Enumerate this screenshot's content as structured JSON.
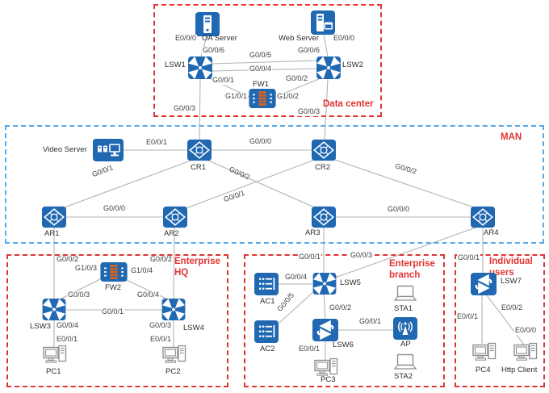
{
  "regions": {
    "data_center": {
      "label": "Data center"
    },
    "man": {
      "label": "MAN"
    },
    "enterprise_hq": {
      "label": "Enterprise HQ"
    },
    "enterprise_branch": {
      "label": "Enterprise branch"
    },
    "individual_users": {
      "label": "Individual users"
    }
  },
  "devices": {
    "oa_server": {
      "label": "OA Server",
      "type": "server"
    },
    "web_server": {
      "label": "Web Server",
      "type": "server"
    },
    "lsw1": {
      "label": "LSW1",
      "type": "l3-switch"
    },
    "lsw2": {
      "label": "LSW2",
      "type": "l3-switch"
    },
    "fw1": {
      "label": "FW1",
      "type": "firewall"
    },
    "video_server": {
      "label": "Video Server",
      "type": "server"
    },
    "cr1": {
      "label": "CR1",
      "type": "router"
    },
    "cr2": {
      "label": "CR2",
      "type": "router"
    },
    "ar1": {
      "label": "AR1",
      "type": "router"
    },
    "ar2": {
      "label": "AR2",
      "type": "router"
    },
    "ar3": {
      "label": "AR3",
      "type": "router"
    },
    "ar4": {
      "label": "AR4",
      "type": "router"
    },
    "fw2": {
      "label": "FW2",
      "type": "firewall"
    },
    "lsw3": {
      "label": "LSW3",
      "type": "l3-switch"
    },
    "lsw4": {
      "label": "LSW4",
      "type": "l3-switch"
    },
    "pc1": {
      "label": "PC1",
      "type": "pc"
    },
    "pc2": {
      "label": "PC2",
      "type": "pc"
    },
    "ac1": {
      "label": "AC1",
      "type": "access-controller"
    },
    "ac2": {
      "label": "AC2",
      "type": "access-controller"
    },
    "lsw5": {
      "label": "LSW5",
      "type": "l3-switch"
    },
    "lsw6": {
      "label": "LSW6",
      "type": "l2-switch"
    },
    "ap": {
      "label": "AP",
      "type": "access-point"
    },
    "sta1": {
      "label": "STA1",
      "type": "station"
    },
    "sta2": {
      "label": "STA2",
      "type": "station"
    },
    "pc3": {
      "label": "PC3",
      "type": "pc"
    },
    "lsw7": {
      "label": "LSW7",
      "type": "l2-switch"
    },
    "pc4": {
      "label": "PC4",
      "type": "pc"
    },
    "http_client": {
      "label": "Http Client",
      "type": "pc"
    }
  },
  "ports": {
    "oa_e000": "E0/0/0",
    "lsw1_g006": "G0/0/6",
    "web_e000": "E0/0/0",
    "lsw2_g006": "G0/0/6",
    "lsw12_g005": "G0/0/5",
    "lsw12_g004": "G0/0/4",
    "lsw1_g001": "G0/0/1",
    "lsw2_g002": "G0/0/2",
    "fw1_g101": "G1/0/1",
    "fw1_g102": "G1/0/2",
    "lsw1_g003": "G0/0/3",
    "lsw2_g003": "G0/0/3",
    "vs_e001": "E0/0/1",
    "cr1_cr2_g000": "G0/0/0",
    "cr1_ar1_g001": "G0/0/1",
    "cr1_ar3_g002": "G0/0/2",
    "cr2_ar2_g001": "G0/0/1",
    "cr2_ar4_g002": "G0/0/2",
    "ar1_ar2_g000": "G0/0/0",
    "ar3_ar4_g000": "G0/0/0",
    "ar1_g002": "G0/0/2",
    "ar2_g002": "G0/0/2",
    "fw2_g103": "G1/0/3",
    "fw2_g104": "G1/0/4",
    "lsw3_g003": "G0/0/3",
    "lsw4_g004": "G0/0/4",
    "lsw34_g001": "G0/0/1",
    "lsw3_g004": "G0/0/4",
    "lsw4_g003": "G0/0/3",
    "pc1_e001": "E0/0/1",
    "pc2_e001": "E0/0/1",
    "ar3_g001": "G0/0/1",
    "ar4_g003": "G0/0/3",
    "ac1_g004": "G0/0/4",
    "ac2_g005": "G0/0/5",
    "lsw56_g002": "G0/0/2",
    "lsw6_ap_g001": "G0/0/1",
    "pc3_e001": "E0/0/1",
    "ar4_g001": "G0/0/1",
    "pc4_e001": "E0/0/1",
    "lsw7_e002": "E0/0/2",
    "http_e000": "E0/0/0"
  },
  "colors": {
    "device_blue": "#2068b2",
    "firewall_orange": "#d9641f",
    "region_red": "#e23333",
    "man_blue": "#58aae8",
    "line_gray": "#b0b3b6"
  }
}
